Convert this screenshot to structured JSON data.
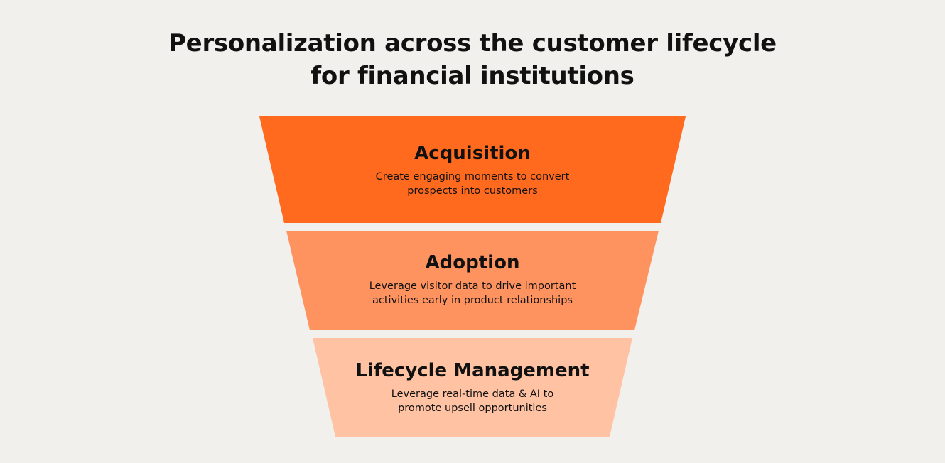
{
  "title_line1": "Personalization across the customer lifecycle",
  "title_line2": "for financial institutions",
  "colors": {
    "background": "#f2f0ed",
    "acquisition": "#ff6a1f",
    "adoption": "#ff935f",
    "lifecycle": "#ffc2a3"
  },
  "stages": [
    {
      "name": "Acquisition",
      "line1": "Create engaging moments to convert",
      "line2": "prospects into customers"
    },
    {
      "name": "Adoption",
      "line1": "Leverage visitor data to drive important",
      "line2": "activities early in product relationships"
    },
    {
      "name": "Lifecycle Management",
      "line1": "Leverage real-time data & AI to",
      "line2": "promote upsell opportunities"
    }
  ]
}
